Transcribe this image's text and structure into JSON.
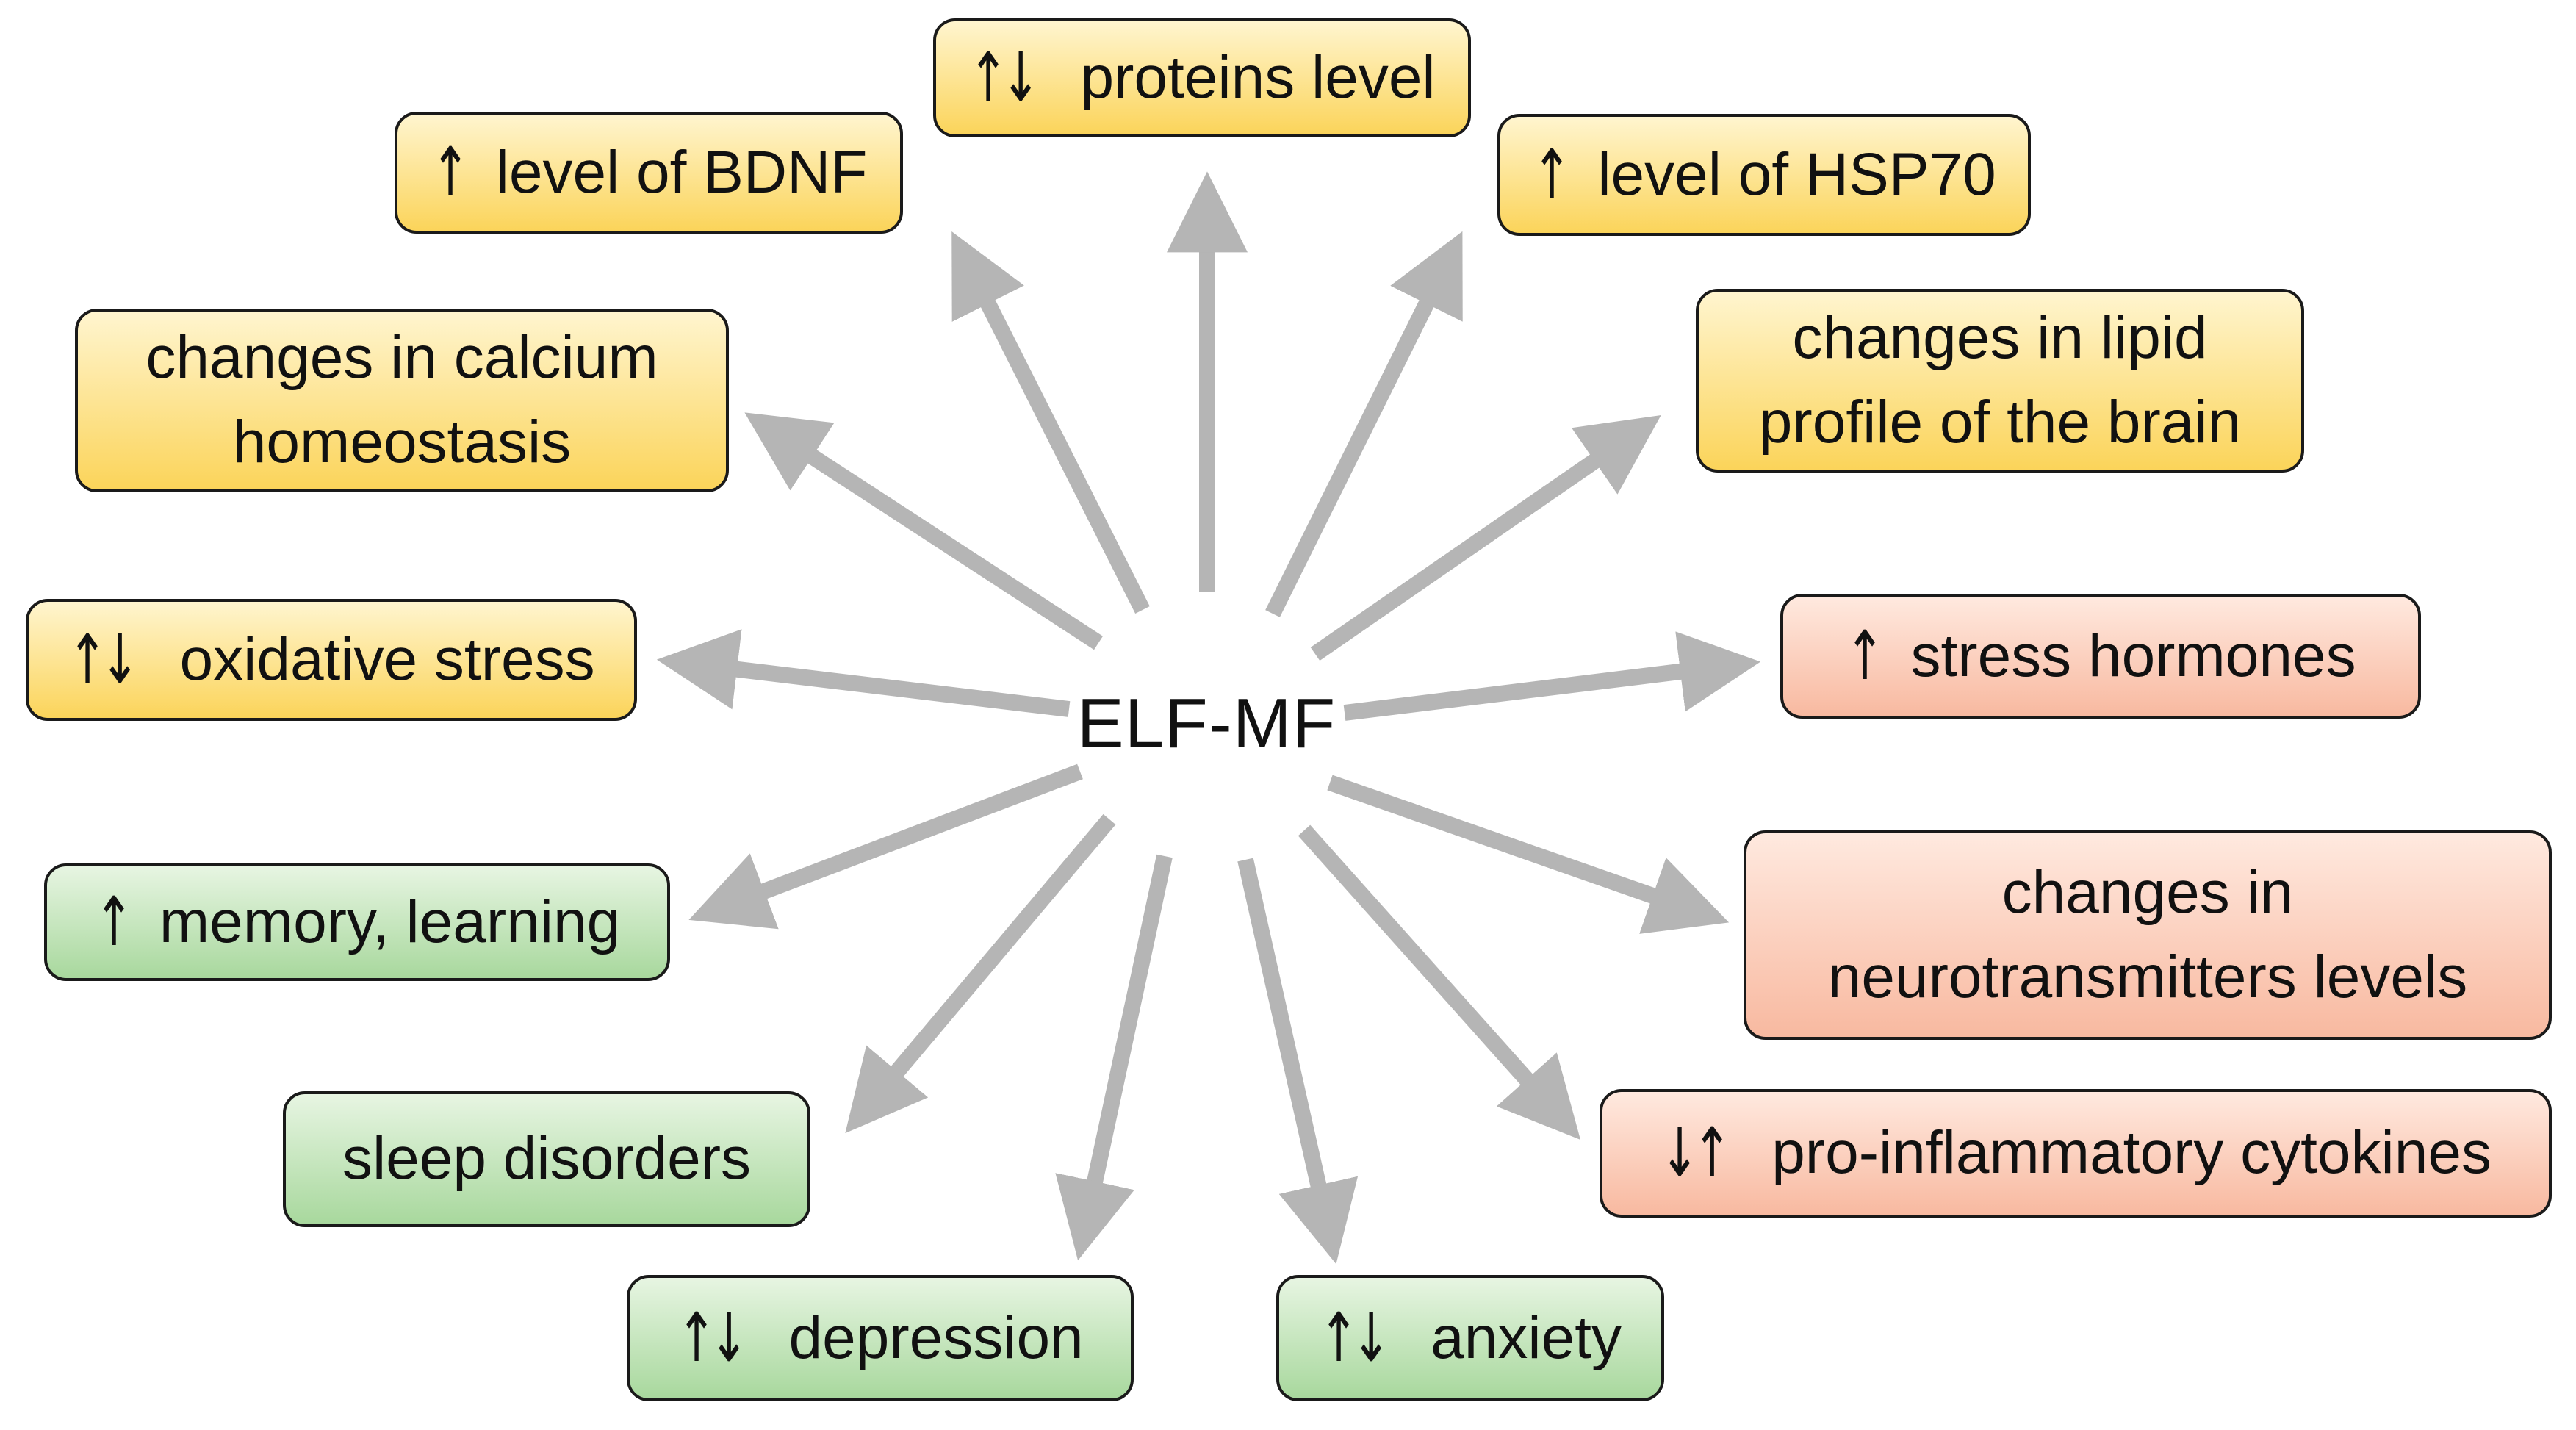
{
  "center": "ELF-MF",
  "colors": {
    "arrow": "#b5b5b5",
    "border": "#1a1a1a",
    "yellow_top": "#fff5cf",
    "yellow_bottom": "#fbd45a",
    "red_top": "#ffe9df",
    "red_bottom": "#f8b9a0",
    "green_top": "#e7f5e2",
    "green_bottom": "#a8d89d"
  },
  "boxes": [
    {
      "id": "proteins",
      "arrows": "↑↓",
      "label": "proteins level",
      "color": "yellow"
    },
    {
      "id": "bdnf",
      "arrows": "↑",
      "label": "level of BDNF",
      "color": "yellow"
    },
    {
      "id": "hsp70",
      "arrows": "↑",
      "label": "level of HSP70",
      "color": "yellow"
    },
    {
      "id": "calcium",
      "arrows": "",
      "label": "changes in calcium homeostasis",
      "color": "yellow"
    },
    {
      "id": "lipid",
      "arrows": "",
      "label": "changes in lipid profile of the brain",
      "color": "yellow"
    },
    {
      "id": "oxidative",
      "arrows": "↑↓",
      "label": "oxidative stress",
      "color": "yellow"
    },
    {
      "id": "hormones",
      "arrows": "↑",
      "label": "stress hormones",
      "color": "red"
    },
    {
      "id": "memory",
      "arrows": "↑",
      "label": "memory, learning",
      "color": "green"
    },
    {
      "id": "neurotransmitters",
      "arrows": "",
      "label": "changes in neurotransmitters levels",
      "color": "red"
    },
    {
      "id": "sleep",
      "arrows": "",
      "label": "sleep disorders",
      "color": "green"
    },
    {
      "id": "cytokines",
      "arrows": "↓↑",
      "label": "pro-inflammatory cytokines",
      "color": "red"
    },
    {
      "id": "depression",
      "arrows": "↑↓",
      "label": "depression",
      "color": "green"
    },
    {
      "id": "anxiety",
      "arrows": "↑↓",
      "label": "anxiety",
      "color": "green"
    }
  ]
}
